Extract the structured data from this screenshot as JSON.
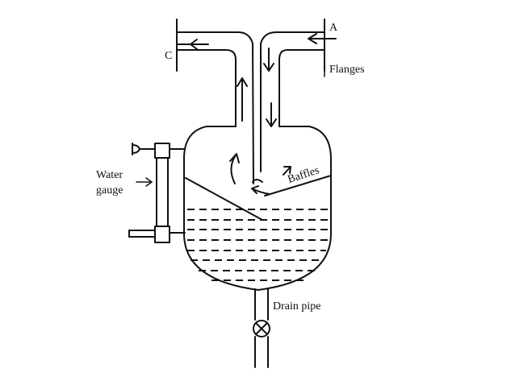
{
  "labels": {
    "inlet": "A",
    "outlet": "C",
    "flanges": "Flanges",
    "water_gauge_line1": "Water",
    "water_gauge_line2": "gauge",
    "baffles": "Baffles",
    "drain_pipe": "Drain pipe"
  },
  "colors": {
    "ink": "#111111",
    "background": "#ffffff"
  }
}
